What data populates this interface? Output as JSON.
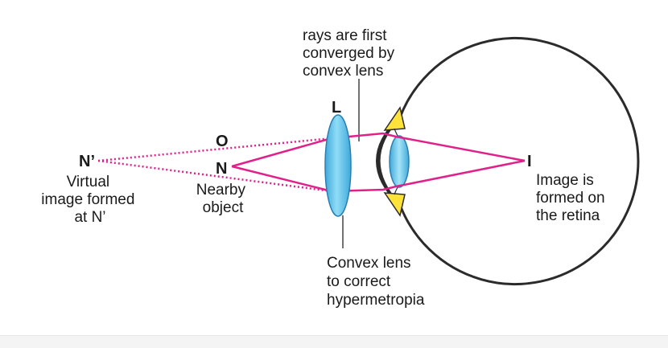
{
  "labels": {
    "top_annotation": [
      "rays are first",
      "converged by",
      "convex lens"
    ],
    "lens_letter": "L",
    "point_o": "O",
    "point_n": "N",
    "point_n_prime": "N’",
    "point_i": "I",
    "virtual_image": [
      "Virtual",
      "image formed",
      "at N’"
    ],
    "nearby_object": [
      "Nearby",
      "object"
    ],
    "image_retina": [
      "Image is",
      "formed on",
      "the retina"
    ],
    "lens_caption": [
      "Convex lens",
      "to correct",
      "hypermetropia"
    ]
  },
  "colors": {
    "ray": "#e0218a",
    "lens_fill": "#5fc8ef",
    "lens_stroke": "#2a7fb0",
    "eye_outline": "#2b2b2b",
    "muscle": "#ffe23a",
    "text": "#1a1a1a",
    "leader_line": "#444444"
  }
}
